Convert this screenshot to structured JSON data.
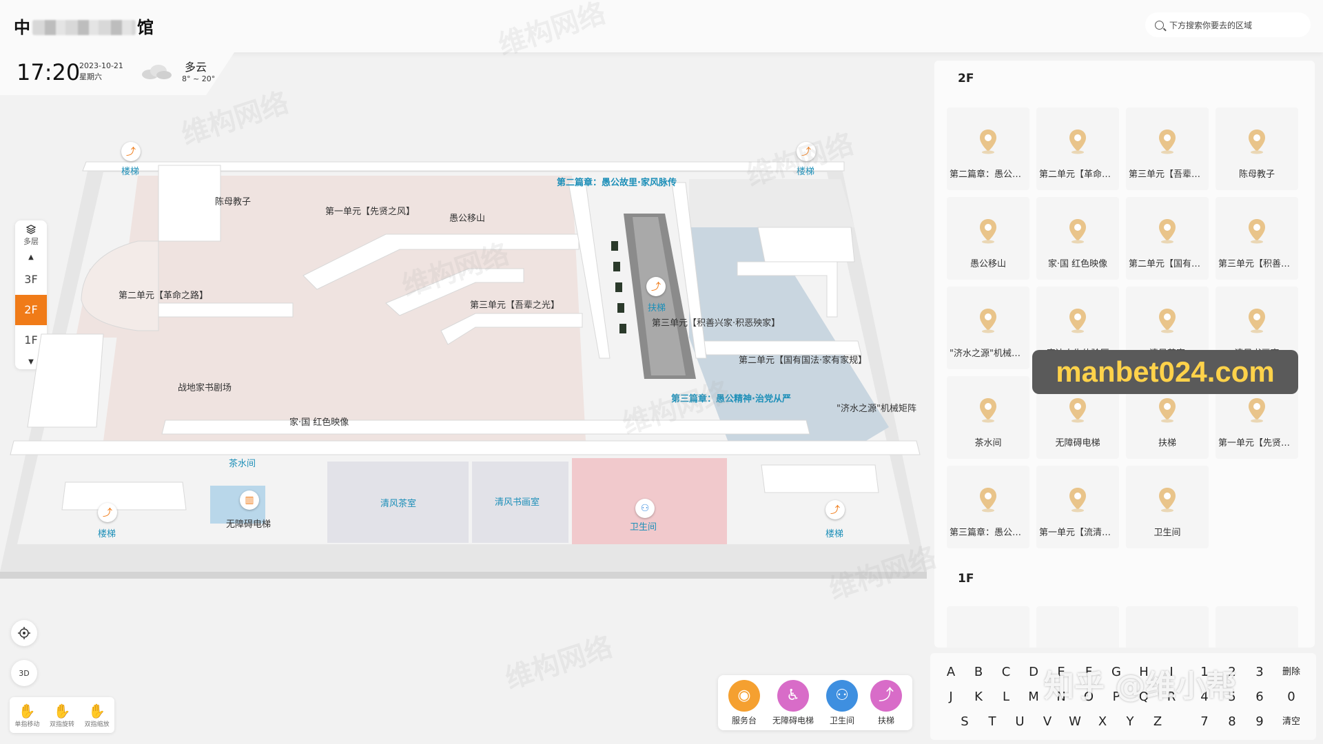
{
  "header": {
    "title_start": "中",
    "title_end": "馆",
    "search_placeholder": "下方搜索你要去的区域"
  },
  "weather": {
    "time": "17:20",
    "date": "2023-10-21",
    "weekday": "星期六",
    "condition": "多云",
    "temperature": "8° ~ 20°"
  },
  "floor_switch": {
    "label": "多层",
    "up": "▲",
    "down": "▼",
    "floors": [
      "3F",
      "2F",
      "1F"
    ],
    "active": "2F"
  },
  "map": {
    "labels": {
      "chapter2_top": "第二篇章：愚公故里·家风脉传",
      "chenmu": "陈母教子",
      "unit1_xianxian": "第一单元【先贤之风】",
      "yugong": "愚公移山",
      "unit2_geming": "第二单元【革命之路】",
      "unit3_wubei": "第三单元【吾辈之光】",
      "unit3_jishan": "第三单元【积善兴家·积恶殃家】",
      "unit2_guoyou": "第二单元【国有国法·家有家规】",
      "chapter3": "第三篇章：愚公精神·治党从严",
      "jishui": "\"济水之源\"机械矩阵",
      "zhandi": "战地家书剧场",
      "jiaguo": "家·国 红色映像",
      "chashuijian": "茶水间",
      "wuzhangai": "无障碍电梯",
      "qingfeng_tea": "清风茶室",
      "qingfeng_art": "清风书画室",
      "weishengjian": "卫生间",
      "louti": "楼梯",
      "futi": "扶梯"
    }
  },
  "tools": {
    "locate": "locate-icon",
    "view3d": "3D",
    "gestures": [
      "单指移动",
      "双指旋转",
      "双指缩放"
    ]
  },
  "legend": [
    {
      "label": "服务台",
      "color": "#f5a030"
    },
    {
      "label": "无障碍电梯",
      "color": "#d86cc8"
    },
    {
      "label": "卫生间",
      "color": "#3e8fe0"
    },
    {
      "label": "扶梯",
      "color": "#d86cc8"
    }
  ],
  "panel": {
    "floor_2f": "2F",
    "floor_1f": "1F",
    "cards_2f": [
      "第二篇章：愚公故里·家风脉传",
      "第二单元【革命之路】",
      "第三单元【吾辈之光】",
      "陈母教子",
      "愚公移山",
      "家·国 红色映像",
      "第二单元【国有国法·家有家规】",
      "第三单元【积善兴家·积恶殃家】",
      "\"济水之源\"机械矩阵",
      "廉洁人生体验厅",
      "清风茶室",
      "清风书画室",
      "茶水间",
      "无障碍电梯",
      "扶梯",
      "第一单元【先贤之风】",
      "第三篇章：愚公精神·治党从严",
      "第一单元【流清源洁】",
      "卫生间"
    ],
    "pin_color": "#e9c48a"
  },
  "banner": {
    "text": "manbet024.com"
  },
  "watermark": {
    "brand": "维构网络",
    "zhihu": "知乎 @维小帮"
  },
  "keyboard": {
    "row1": [
      "A",
      "B",
      "C",
      "D",
      "E",
      "F",
      "G",
      "H",
      "I",
      "1",
      "2",
      "3"
    ],
    "row2": [
      "J",
      "K",
      "L",
      "M",
      "N",
      "O",
      "P",
      "Q",
      "R",
      "4",
      "5",
      "6",
      "0"
    ],
    "row3": [
      "S",
      "T",
      "U",
      "V",
      "W",
      "X",
      "Y",
      "Z",
      "7",
      "8",
      "9"
    ],
    "delete": "删除",
    "clear": "清空"
  }
}
